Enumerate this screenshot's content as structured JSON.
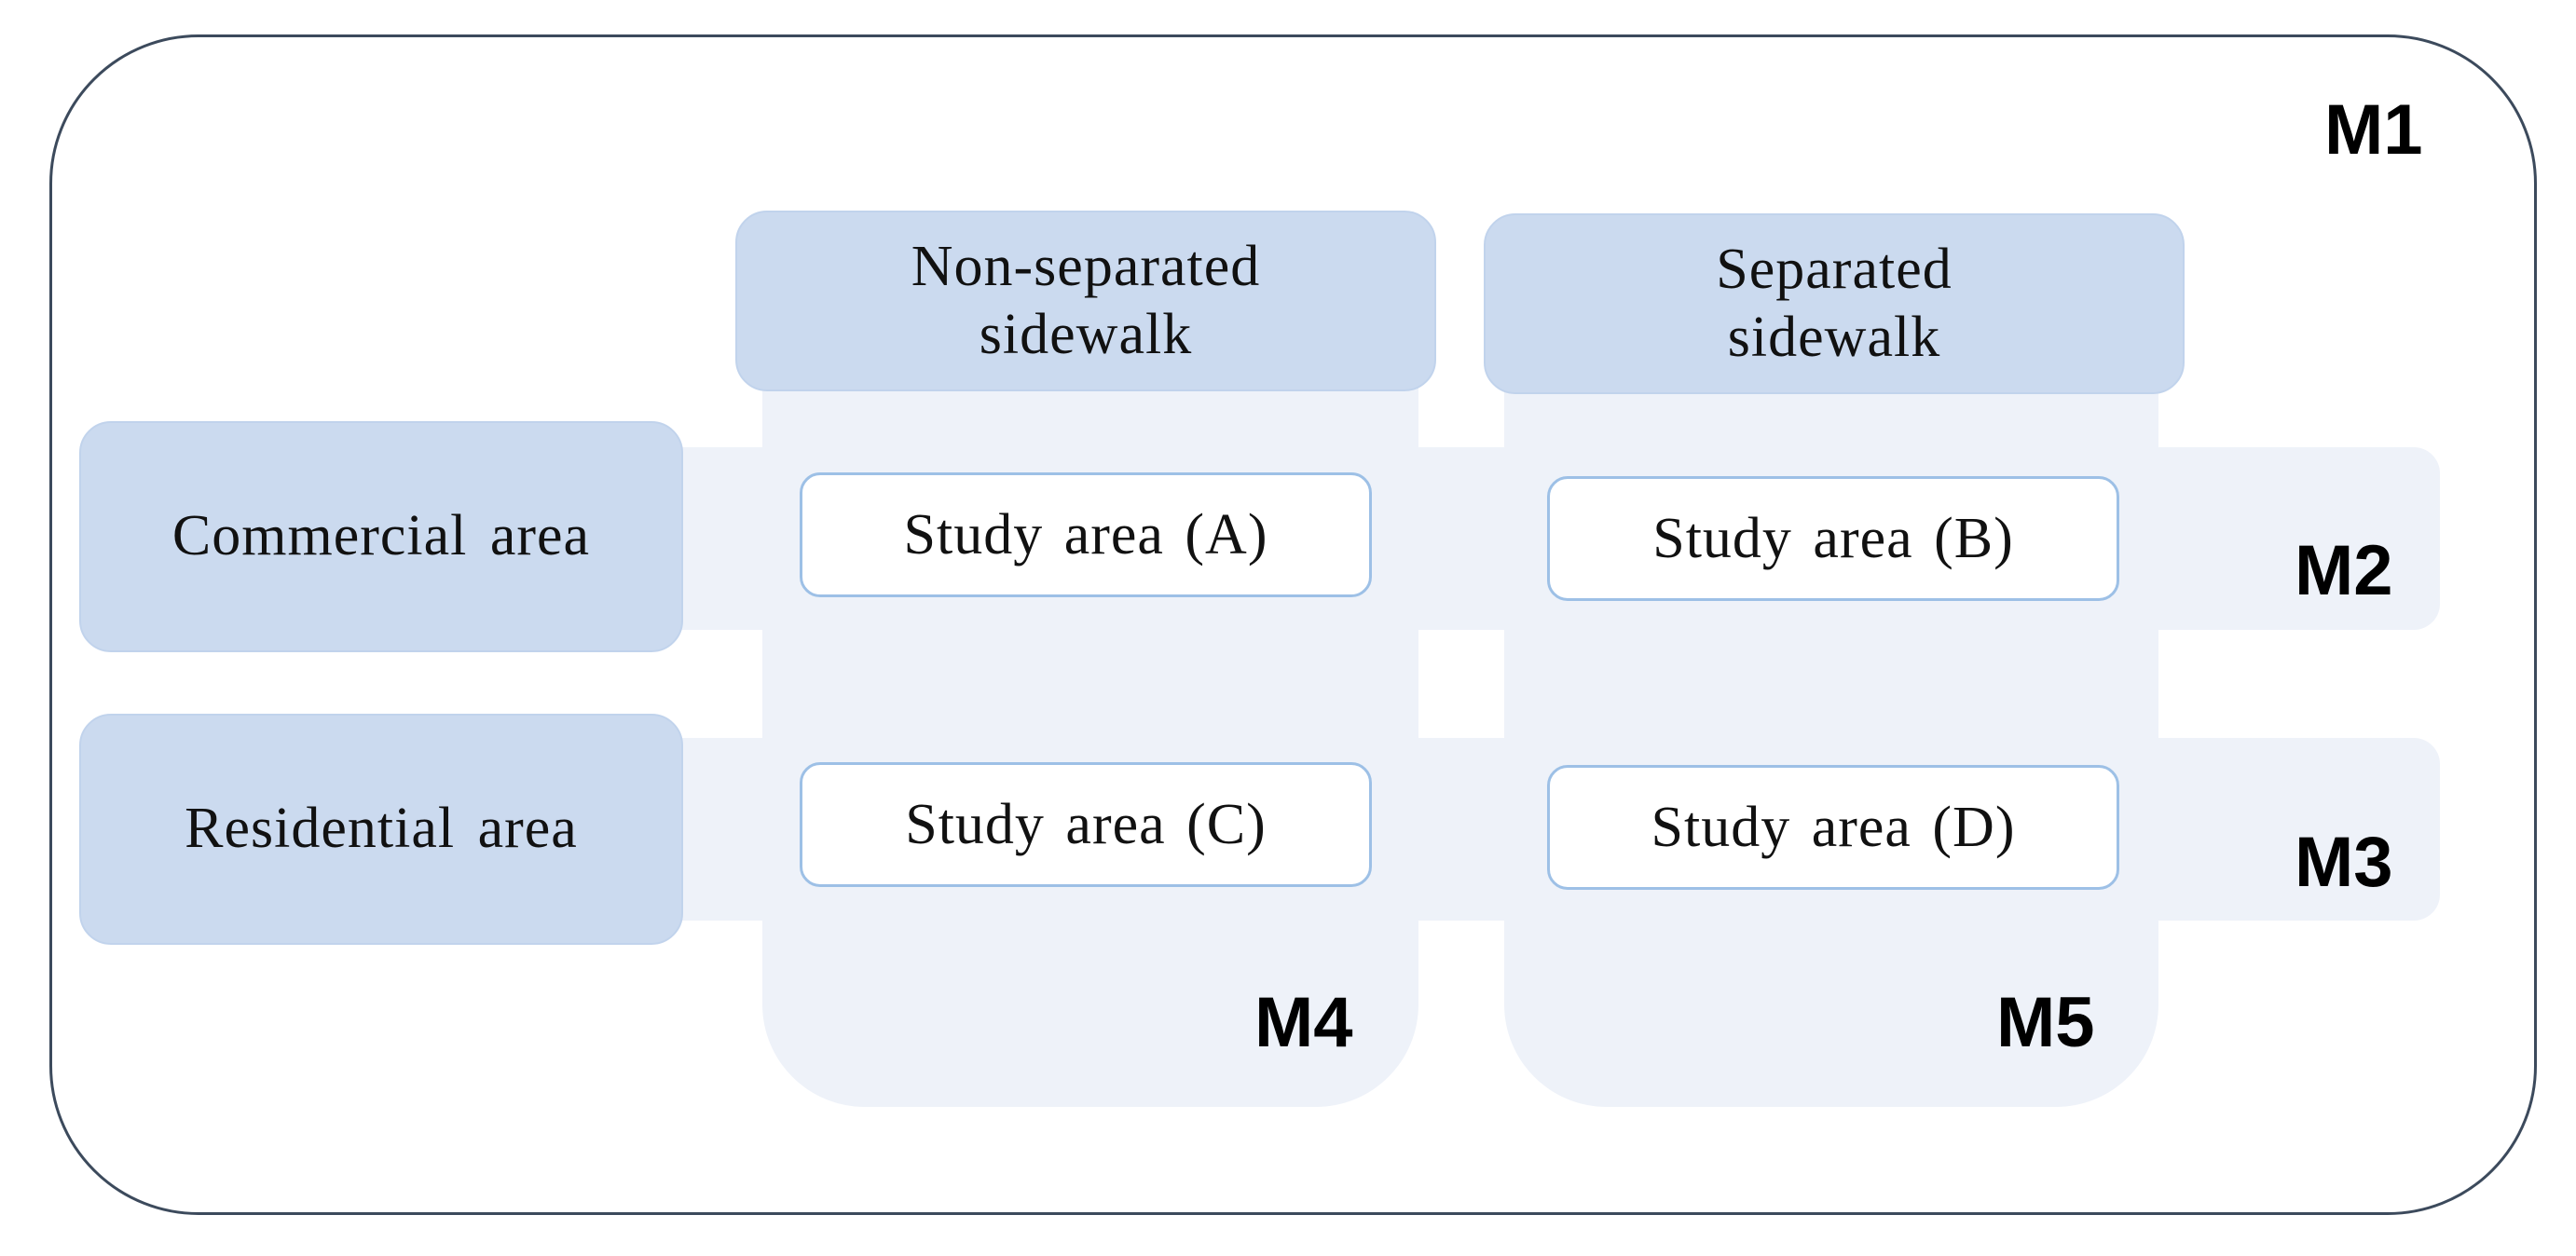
{
  "models": {
    "m1": "M1",
    "m2": "M2",
    "m3": "M3",
    "m4": "M4",
    "m5": "M5"
  },
  "columns": [
    {
      "line1": "Non-separated",
      "line2": "sidewalk"
    },
    {
      "line1": "Separated",
      "line2": "sidewalk"
    }
  ],
  "rows": [
    {
      "label": "Commercial area"
    },
    {
      "label": "Residential area"
    }
  ],
  "study_areas": {
    "a": "Study area (A)",
    "b": "Study area (B)",
    "c": "Study area (C)",
    "d": "Study area (D)"
  },
  "colors": {
    "frame_border": "#3c4a5c",
    "header_fill": "#cbdaef",
    "band_fill": "#eef2f9",
    "study_border": "#9dc0e6"
  }
}
